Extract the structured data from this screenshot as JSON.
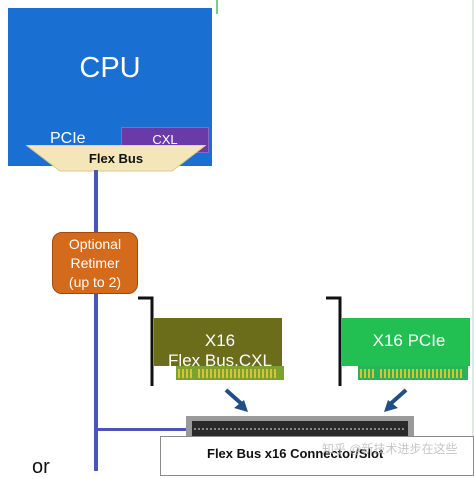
{
  "cpu": {
    "title": "CPU",
    "pcie_label": "PCIe",
    "cxl_label": "CXL",
    "flexbus_label": "Flex Bus"
  },
  "retimer": {
    "label": "Optional\nRetimer\n(up to 2)"
  },
  "card_cxl": {
    "line1": "X16",
    "line2": "Flex Bus.CXL"
  },
  "card_pcie": {
    "label": "X16 PCIe"
  },
  "slot": {
    "label": "Flex Bus x16 Connector/Slot"
  },
  "bottom_text": "or",
  "watermark": "知乎 @新技术进步在这些",
  "colors": {
    "cpu": "#1a6fd2",
    "cxl": "#6a3aa8",
    "flexbus": "#f4e6b8",
    "retimer": "#d46a1c",
    "card_cxl": "#6b6d1b",
    "card_pcie": "#22c053",
    "wire": "#4a55b8",
    "arrow": "#1f4f86"
  }
}
